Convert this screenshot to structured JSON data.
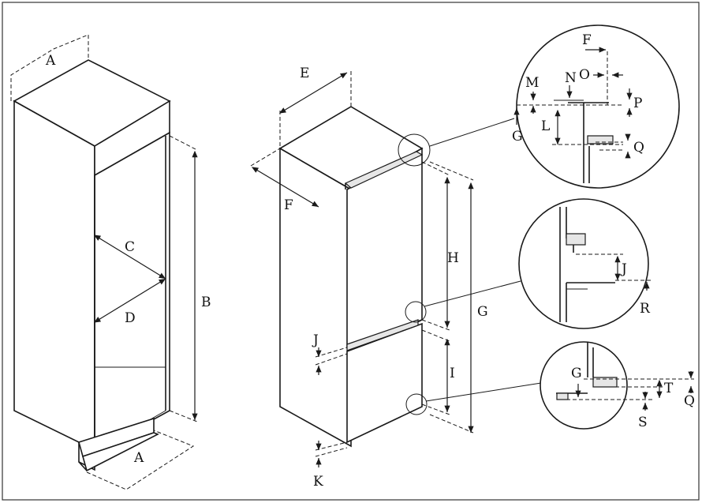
{
  "labels": {
    "A": "A",
    "B": "B",
    "C": "C",
    "D": "D",
    "E": "E",
    "F": "F",
    "G": "G",
    "H": "H",
    "I": "I",
    "J": "J",
    "K": "K",
    "L": "L",
    "M": "M",
    "N": "N",
    "O": "O",
    "P": "P",
    "Q": "Q",
    "R": "R",
    "S": "S",
    "T": "T"
  }
}
